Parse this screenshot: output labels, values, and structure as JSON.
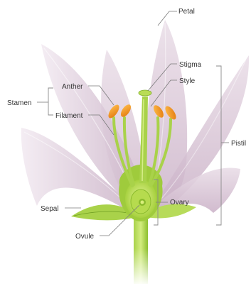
{
  "labels": {
    "petal": "Petal",
    "stigma": "Stigma",
    "style": "Style",
    "anther": "Anther",
    "stamen": "Stamen",
    "filament": "Filament",
    "pistil": "Pistil",
    "sepal": "Sepal",
    "ovary": "Ovary",
    "ovule": "Ovule"
  },
  "colors": {
    "petal_light": "#f1e7ef",
    "petal_mid": "#d9c4d6",
    "petal_dark": "#c2a8bf",
    "green_light": "#c6e36a",
    "green": "#9fcb3c",
    "green_dark": "#6f9e22",
    "anther": "#f39a1b",
    "anther_dark": "#d9740a",
    "label": "#333333",
    "leader_line": "#7a7a7a"
  }
}
